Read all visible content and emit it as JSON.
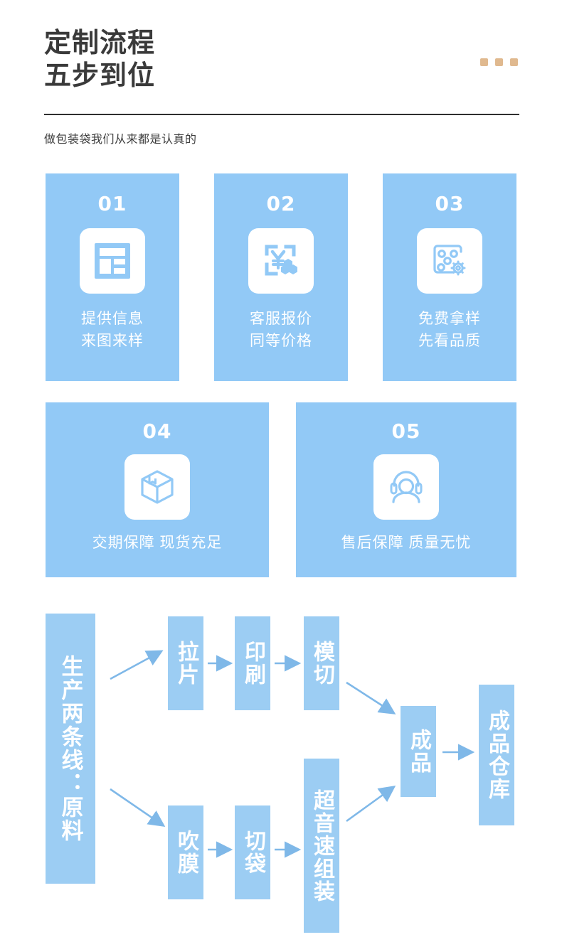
{
  "header": {
    "title": "定制流程\n五步到位",
    "subtitle": "做包装袋我们从来都是认真的",
    "dots_icon": "three-dots-decoration",
    "accent_dot_color": "#e0b98f",
    "divider_color": "#2f2f2f"
  },
  "colors": {
    "card_blue": "#92c9f6",
    "flow_blue": "#9ccdf3",
    "arrow_blue": "#7fb8e8",
    "icon_blue": "#92c9f6",
    "tile_white": "#ffffff",
    "text_dark": "#3a3a3a"
  },
  "cards": [
    {
      "number": "01",
      "label": "提供信息\n来图来样",
      "icon": "layout-template-icon"
    },
    {
      "number": "02",
      "label": "客服报价\n同等价格",
      "icon": "yen-price-quote-icon"
    },
    {
      "number": "03",
      "label": "免费拿样\n先看品质",
      "icon": "sample-gear-icon"
    },
    {
      "number": "04",
      "label": "交期保障 现货充足",
      "icon": "package-box-icon"
    },
    {
      "number": "05",
      "label": "售后保障 质量无忧",
      "icon": "headset-support-icon"
    }
  ],
  "flowchart": {
    "start": "生产两条线：原料",
    "line_a": [
      "拉片",
      "印刷",
      "模切"
    ],
    "line_b": [
      "吹膜",
      "切袋",
      "超音速组装"
    ],
    "merge": "成品",
    "end": "成品仓库"
  }
}
